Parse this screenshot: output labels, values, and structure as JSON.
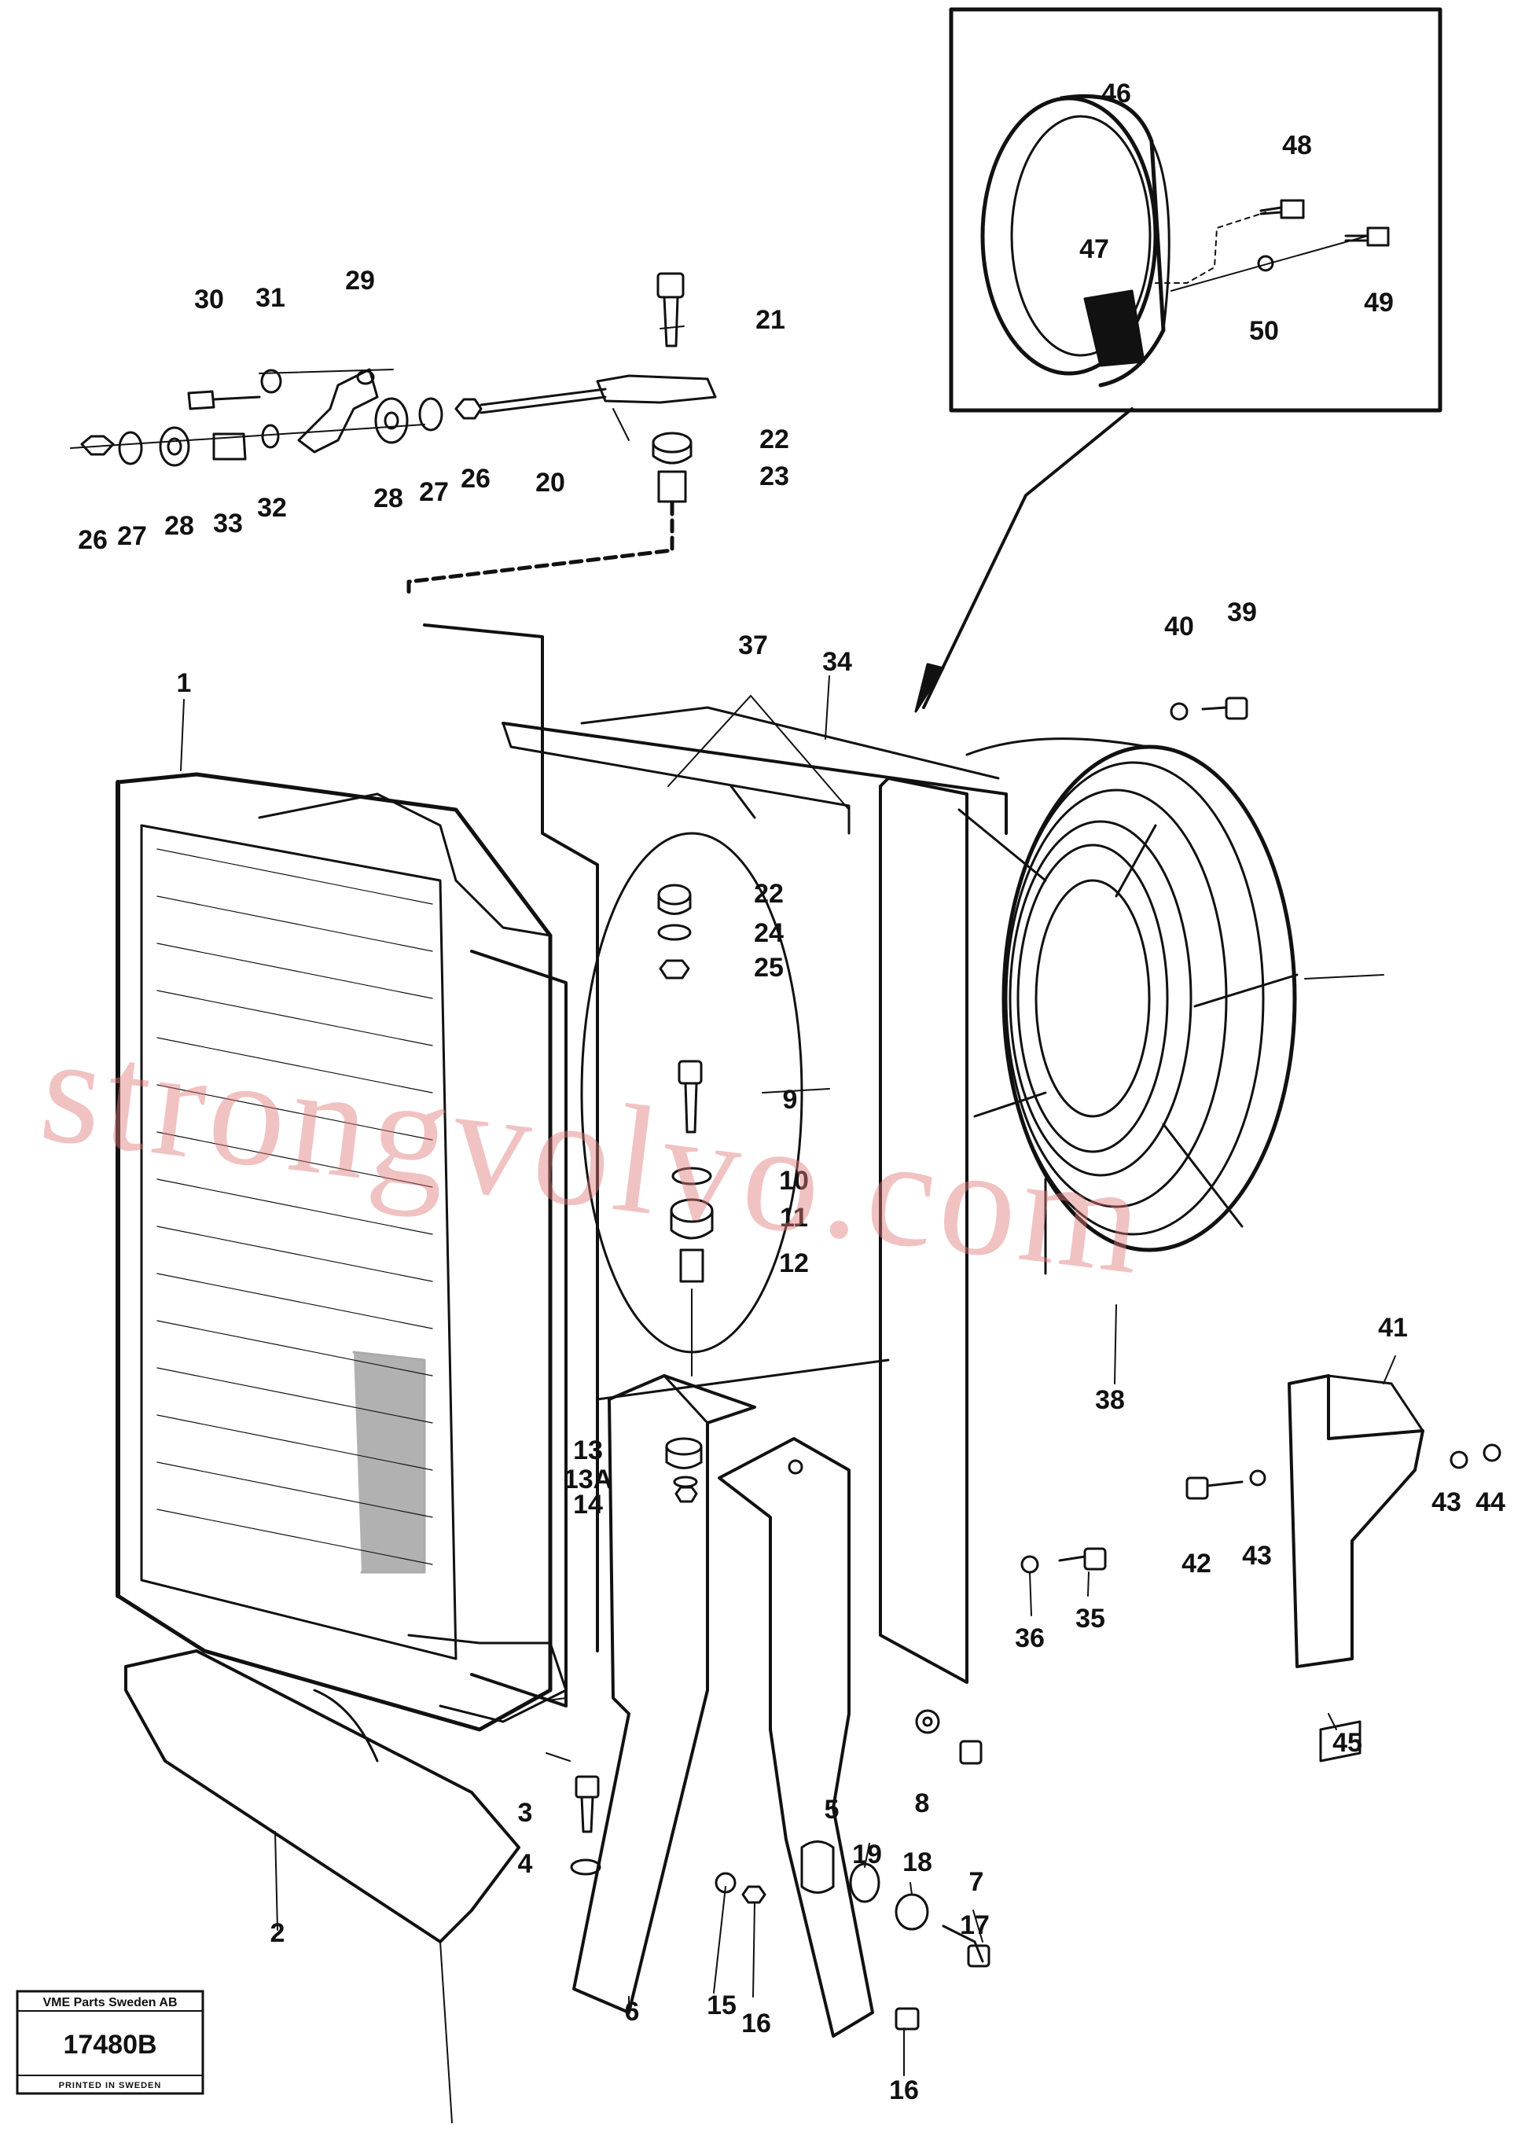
{
  "watermark": "strongvolvo.com",
  "stamp": {
    "company": "VME Parts Sweden AB",
    "drawing_number": "17480B",
    "printed": "PRINTED IN SWEDEN"
  },
  "callouts": {
    "c1": "1",
    "c2": "2",
    "c3": "3",
    "c4": "4",
    "c5": "5",
    "c6": "6",
    "c7": "7",
    "c8": "8",
    "c9": "9",
    "c10": "10",
    "c11": "11",
    "c12": "12",
    "c13": "13",
    "c13a": "13A",
    "c14": "14",
    "c15": "15",
    "c16a": "16",
    "c16b": "16",
    "c17": "17",
    "c18": "18",
    "c19": "19",
    "c20": "20",
    "c21": "21",
    "c22a": "22",
    "c22b": "22",
    "c23": "23",
    "c24": "24",
    "c25": "25",
    "c26a": "26",
    "c26b": "26",
    "c27a": "27",
    "c27b": "27",
    "c28a": "28",
    "c28b": "28",
    "c29": "29",
    "c30": "30",
    "c31": "31",
    "c32": "32",
    "c33": "33",
    "c34": "34",
    "c35": "35",
    "c36": "36",
    "c37": "37",
    "c38": "38",
    "c39": "39",
    "c40": "40",
    "c41": "41",
    "c42": "42",
    "c43a": "43",
    "c43b": "43",
    "c44": "44",
    "c45": "45",
    "c46": "46",
    "c47": "47",
    "c48": "48",
    "c49": "49",
    "c50": "50"
  }
}
